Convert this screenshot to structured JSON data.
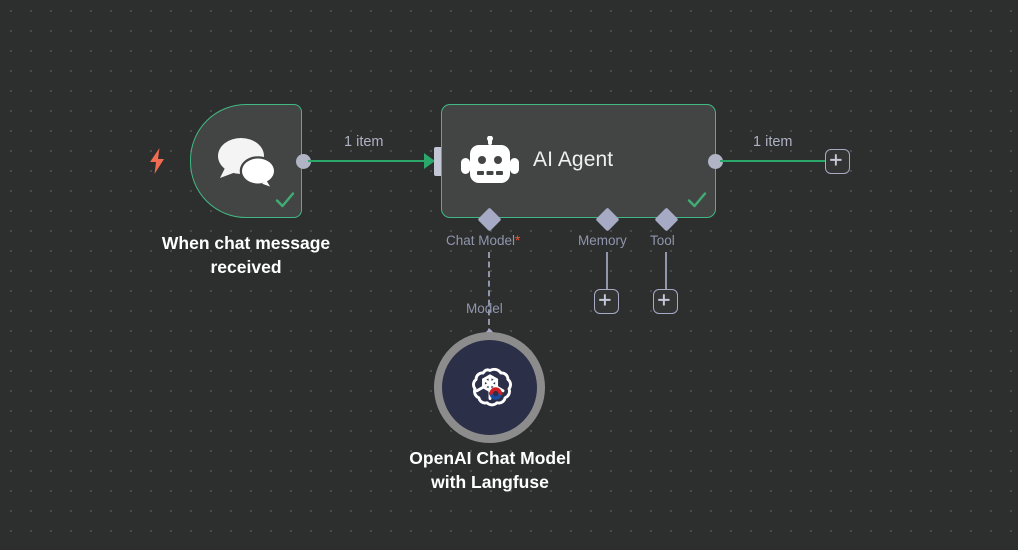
{
  "canvas": {
    "background_color": "#2d2e2e",
    "grid_dot_color": "#4a4b4b",
    "accent_green": "#41b883",
    "wire_green": "#2aa86a",
    "port_gray": "#a6aac4",
    "label_blue_gray": "#9096ac",
    "required_red": "#f0563a",
    "trigger_bolt_color": "#ef6b52"
  },
  "nodes": {
    "trigger": {
      "caption": "When chat message\nreceived",
      "icon": "chat-bubbles-icon",
      "bolt_icon": "lightning-bolt-icon",
      "status_icon": "check-icon",
      "output_port": "output-dot"
    },
    "agent": {
      "title": "AI Agent",
      "icon": "robot-icon",
      "status_icon": "check-icon",
      "input_port": "input-port",
      "output_port": "output-dot",
      "sub_ports": [
        {
          "label": "Chat Model",
          "required": true,
          "required_marker": "*",
          "name": "chat-model"
        },
        {
          "label": "Memory",
          "required": false,
          "required_marker": "",
          "name": "memory"
        },
        {
          "label": "Tool",
          "required": false,
          "required_marker": "",
          "name": "tool"
        }
      ]
    },
    "openai": {
      "caption": "OpenAI Chat Model\nwith Langfuse",
      "icon": "openai-logo-icon",
      "badge_icon": "magnet-badge-icon",
      "sub_label": "Model"
    }
  },
  "connections": {
    "trigger_to_agent_label": "1 item",
    "agent_to_next_label": "1 item"
  },
  "buttons": {
    "add_main": "+",
    "add_memory": "+",
    "add_tool": "+"
  }
}
